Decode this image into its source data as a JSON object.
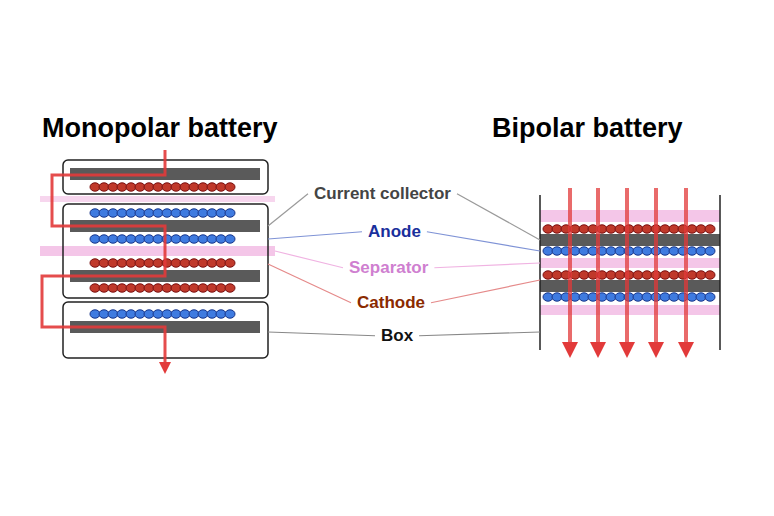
{
  "diagram": {
    "labels": [
      "Monopolar battery",
      "Bipolar battery",
      "Current collector",
      "Anode",
      "Separator",
      "Cathode",
      "Box"
    ]
  }
}
